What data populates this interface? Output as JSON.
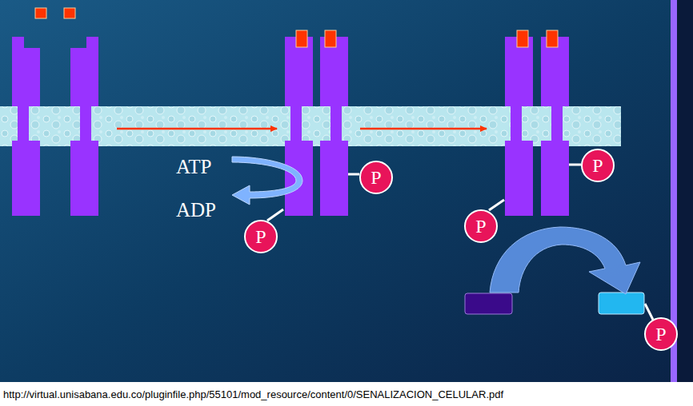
{
  "diagram": {
    "nodes": [
      {
        "text": [
          "P"
        ]
      },
      {
        "text": [
          "P"
        ]
      },
      {
        "text": [
          "P"
        ]
      },
      {
        "text": [
          "P"
        ]
      },
      {
        "text": [
          "P"
        ]
      }
    ],
    "labels": [
      "ATP",
      "ADP",
      "http://virtual.unisabana.edu.co/pluginfile.php/55101/mod_resource/content/0/SENALIZACION_CELULAR.pdf"
    ]
  }
}
